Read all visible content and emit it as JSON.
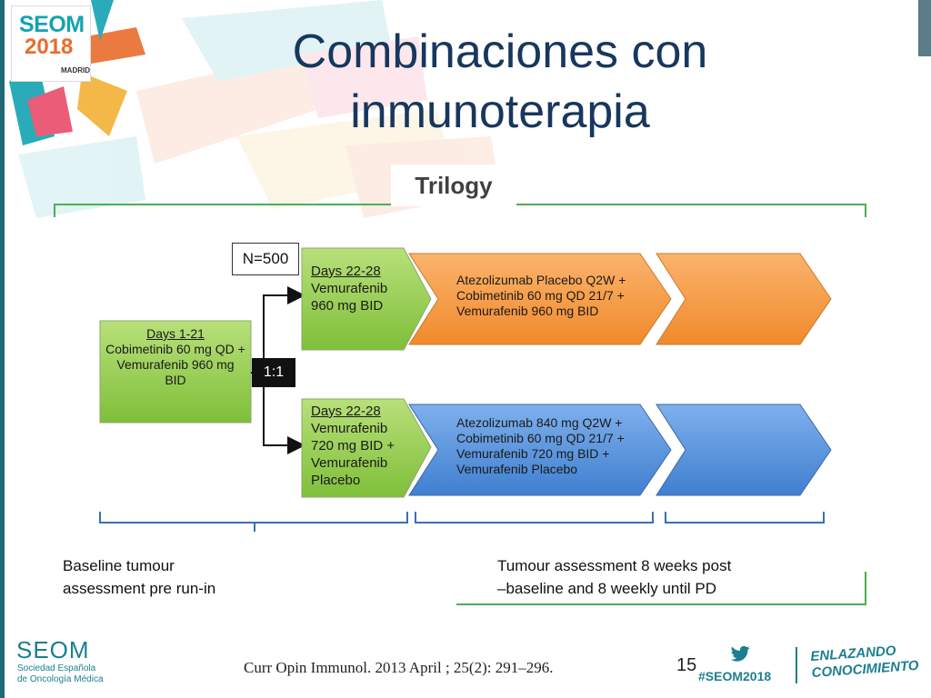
{
  "slide": {
    "title": "Combinaciones con inmunoterapia",
    "subtitle": "Trilogy",
    "page_number": "15",
    "citation": "Curr Opin Immunol. 2013 April ; 25(2): 291–296."
  },
  "logo": {
    "name": "SEOM",
    "year": "2018",
    "city": "MADRID"
  },
  "diagram": {
    "sample_size": "N=500",
    "randomization": "1:1",
    "run_in": {
      "period": "Days 1-21",
      "lines": [
        "Cobimetinib 60 mg QD +",
        "Vemurafenib 960 mg",
        "BID"
      ]
    },
    "arm_a_runin": {
      "period": "Days 22-28",
      "lines": [
        "Vemurafenib",
        "960 mg BID"
      ]
    },
    "arm_a_treatment": [
      "Atezolizumab Placebo Q2W +",
      "Cobimetinib 60 mg QD 21/7 +",
      "Vemurafenib 960 mg BID"
    ],
    "arm_b_runin": {
      "period": "Days 22-28",
      "lines": [
        "Vemurafenib",
        "720 mg BID +",
        "Vemurafenib",
        "Placebo"
      ]
    },
    "arm_b_treatment": [
      "Atezolizumab 840 mg Q2W +",
      "Cobimetinib 60 mg QD 21/7 +",
      "Vemurafenib 720 mg BID +",
      "Vemurafenib Placebo"
    ],
    "baseline_label": [
      "Baseline tumour",
      "assessment pre run-in"
    ],
    "assessment_label": [
      "Tumour assessment 8 weeks post",
      "–baseline and 8 weekly until PD"
    ],
    "colors": {
      "green": "#92d050",
      "orange": "#f79646",
      "blue": "#4f8fd9"
    }
  },
  "footer": {
    "org": "SEOM",
    "org_full": [
      "Sociedad Española",
      "de Oncología Médica"
    ],
    "hashtag": "#SEOM2018",
    "tagline": [
      "ENLAZANDO",
      "CONOCIMIENTO"
    ],
    "icon": "twitter-bird-icon"
  }
}
